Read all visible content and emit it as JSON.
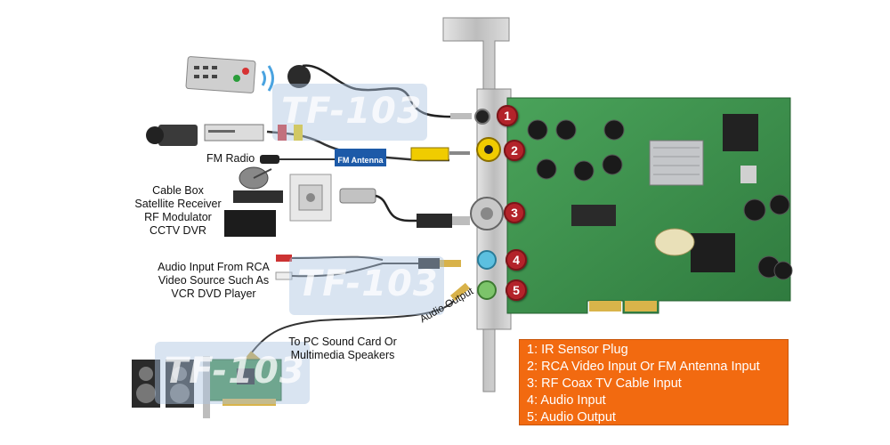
{
  "labels": {
    "fm_radio": "FM Radio",
    "fm_antenna": "FM Antenna",
    "cable_lines": [
      "Cable Box",
      "Satellite Receiver",
      "RF Modulator",
      "CCTV DVR"
    ],
    "audio_input_lines": [
      "Audio Input From RCA",
      "Video Source Such As",
      "VCR DVD Player"
    ],
    "sound_card_lines": [
      "To PC Sound Card Or",
      "Multimedia Speakers"
    ],
    "audio_output": "Audio Output"
  },
  "watermark": "TF-103",
  "badges": [
    "1",
    "2",
    "3",
    "4",
    "5"
  ],
  "legend": [
    "1: IR Sensor Plug",
    "2: RCA Video Input Or FM Antenna Input",
    "3: RF Coax TV Cable Input",
    "4: Audio Input",
    "5: Audio Output"
  ],
  "colors": {
    "pcb": "#3f8f4e",
    "legend_bg": "#f26a10",
    "badge": "#b3232a",
    "bracket": "#c9c9c9"
  }
}
